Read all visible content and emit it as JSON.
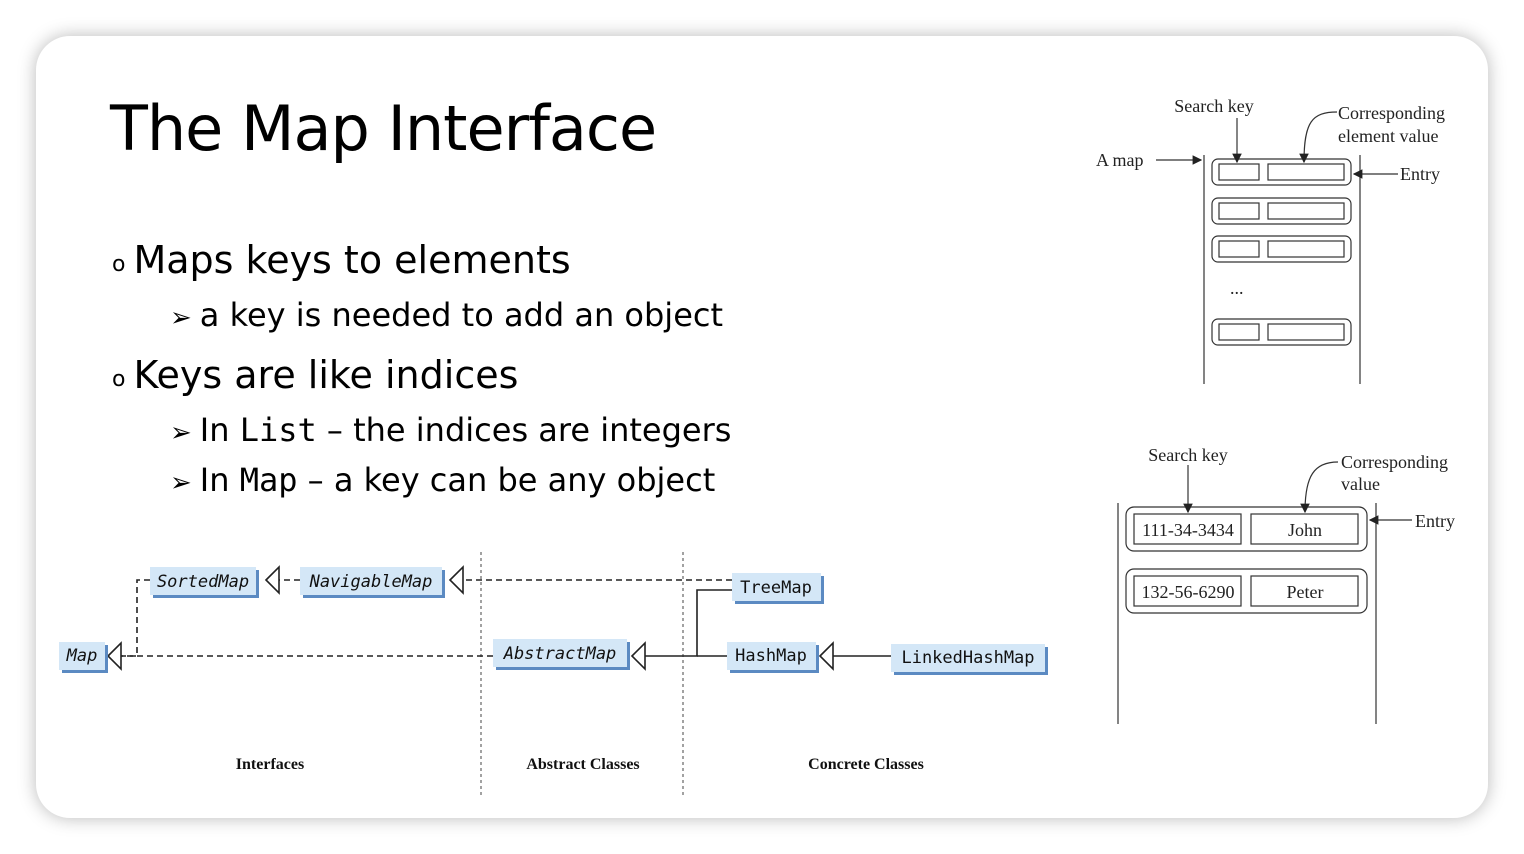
{
  "slide": {
    "title_prefix": "The ",
    "title_code": "Map",
    "title_suffix": " Interface",
    "bullets": [
      {
        "marker": "o",
        "text": "Maps keys to elements"
      },
      {
        "marker": "➢",
        "text": "a key is needed to add an object"
      },
      {
        "marker": "o",
        "text": "Keys are like indices"
      },
      {
        "marker": "➢",
        "pre": "In ",
        "code": "List",
        "post": " – the indices are integers"
      },
      {
        "marker": "➢",
        "pre": "In ",
        "code": "Map",
        "post": " – a key can be any object"
      }
    ]
  },
  "map_diagram": {
    "search_key_label": "Search key",
    "corresponding_label_1": "Corresponding",
    "corresponding_label_2": "element value",
    "a_map_label": "A map",
    "entry_label": "Entry",
    "ellipsis": "..."
  },
  "entry_diagram": {
    "search_key_label": "Search key",
    "corresponding_label_1": "Corresponding",
    "corresponding_label_2": "value",
    "entry_label": "Entry",
    "rows": [
      {
        "key": "111-34-3434",
        "value": "John"
      },
      {
        "key": "132-56-6290",
        "value": "Peter"
      }
    ]
  },
  "hierarchy": {
    "nodes": {
      "sorted_map": "SortedMap",
      "navigable_map": "NavigableMap",
      "map": "Map",
      "abstract_map": "AbstractMap",
      "tree_map": "TreeMap",
      "hash_map": "HashMap",
      "linked_hash_map": "LinkedHashMap"
    },
    "columns": {
      "interfaces": "Interfaces",
      "abstract_classes": "Abstract Classes",
      "concrete_classes": "Concrete Classes"
    }
  }
}
